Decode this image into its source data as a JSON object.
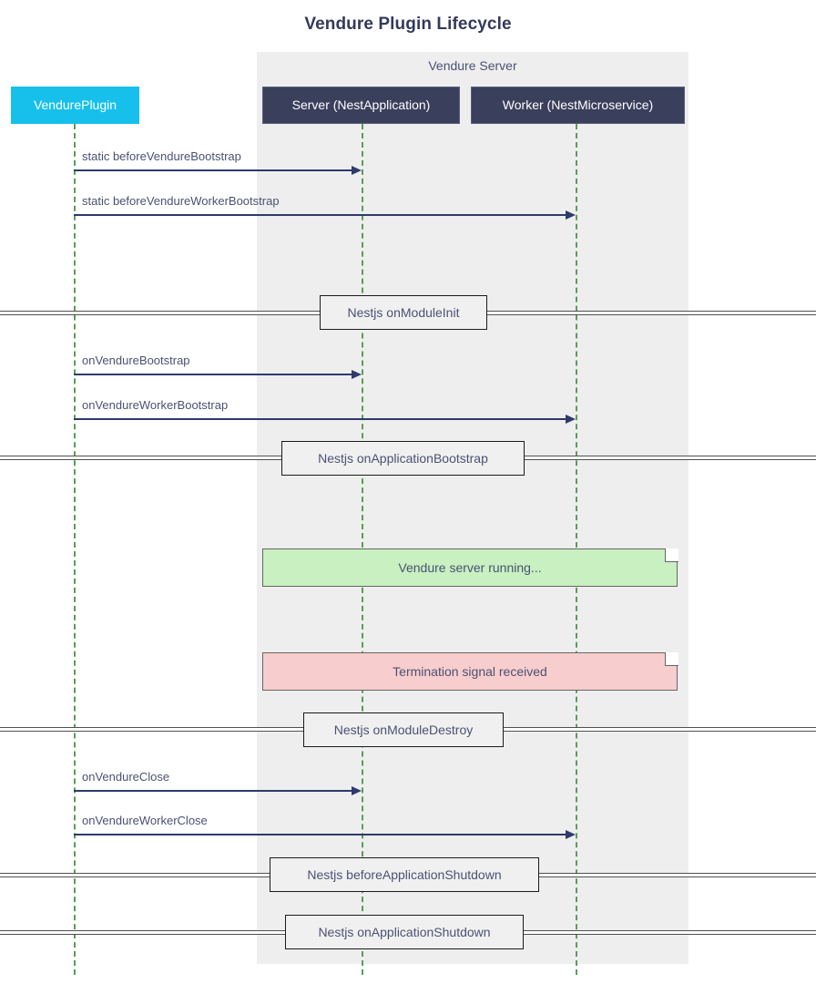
{
  "title": "Vendure Plugin Lifecycle",
  "colors": {
    "plugin_box": "#17c0eb",
    "server_box": "#3a3f5c",
    "group_background": "#eeeeee",
    "lifeline": "#5a9c5a",
    "arrow": "#2d3a6e",
    "note_green": "#c8f0c0",
    "note_red": "#f8cdcd",
    "text": "#4a5273",
    "page_background": "#ffffff"
  },
  "group": {
    "label": "Vendure Server"
  },
  "participants": [
    {
      "id": "vendureplugin",
      "label": "VendurePlugin",
      "style": "plugin"
    },
    {
      "id": "server",
      "label": "Server (NestApplication)",
      "style": "server"
    },
    {
      "id": "worker",
      "label": "Worker (NestMicroservice)",
      "style": "server"
    }
  ],
  "messages": [
    {
      "label": "static beforeVendureBootstrap",
      "from": "vendureplugin",
      "to": "server"
    },
    {
      "label": "static beforeVendureWorkerBootstrap",
      "from": "vendureplugin",
      "to": "worker"
    },
    {
      "label": "onVendureBootstrap",
      "from": "vendureplugin",
      "to": "server"
    },
    {
      "label": "onVendureWorkerBootstrap",
      "from": "vendureplugin",
      "to": "worker"
    },
    {
      "label": "onVendureClose",
      "from": "vendureplugin",
      "to": "server"
    },
    {
      "label": "onVendureWorkerClose",
      "from": "vendureplugin",
      "to": "worker"
    }
  ],
  "dividers": [
    {
      "label": "Nestjs onModuleInit"
    },
    {
      "label": "Nestjs onApplicationBootstrap"
    },
    {
      "label": "Nestjs onModuleDestroy"
    },
    {
      "label": "Nestjs beforeApplicationShutdown"
    },
    {
      "label": "Nestjs onApplicationShutdown"
    }
  ],
  "notes": [
    {
      "label": "Vendure server running...",
      "variant": "green"
    },
    {
      "label": "Termination signal received",
      "variant": "red"
    }
  ],
  "chart_data": {
    "type": "sequence-diagram",
    "title": "Vendure Plugin Lifecycle",
    "participants": [
      "VendurePlugin",
      "Server (NestApplication)",
      "Worker (NestMicroservice)"
    ],
    "groups": [
      {
        "label": "Vendure Server",
        "members": [
          "Server (NestApplication)",
          "Worker (NestMicroservice)"
        ]
      }
    ],
    "sequence": [
      {
        "kind": "message",
        "order": 1,
        "label": "static beforeVendureBootstrap",
        "from": "VendurePlugin",
        "to": "Server (NestApplication)"
      },
      {
        "kind": "message",
        "order": 2,
        "label": "static beforeVendureWorkerBootstrap",
        "from": "VendurePlugin",
        "to": "Worker (NestMicroservice)"
      },
      {
        "kind": "divider",
        "order": 3,
        "label": "Nestjs onModuleInit"
      },
      {
        "kind": "message",
        "order": 4,
        "label": "onVendureBootstrap",
        "from": "VendurePlugin",
        "to": "Server (NestApplication)"
      },
      {
        "kind": "message",
        "order": 5,
        "label": "onVendureWorkerBootstrap",
        "from": "VendurePlugin",
        "to": "Worker (NestMicroservice)"
      },
      {
        "kind": "divider",
        "order": 6,
        "label": "Nestjs onApplicationBootstrap"
      },
      {
        "kind": "note",
        "order": 7,
        "label": "Vendure server running...",
        "variant": "green"
      },
      {
        "kind": "note",
        "order": 8,
        "label": "Termination signal received",
        "variant": "red"
      },
      {
        "kind": "divider",
        "order": 9,
        "label": "Nestjs onModuleDestroy"
      },
      {
        "kind": "message",
        "order": 10,
        "label": "onVendureClose",
        "from": "VendurePlugin",
        "to": "Server (NestApplication)"
      },
      {
        "kind": "message",
        "order": 11,
        "label": "onVendureWorkerClose",
        "from": "VendurePlugin",
        "to": "Worker (NestMicroservice)"
      },
      {
        "kind": "divider",
        "order": 12,
        "label": "Nestjs beforeApplicationShutdown"
      },
      {
        "kind": "divider",
        "order": 13,
        "label": "Nestjs onApplicationShutdown"
      }
    ]
  }
}
